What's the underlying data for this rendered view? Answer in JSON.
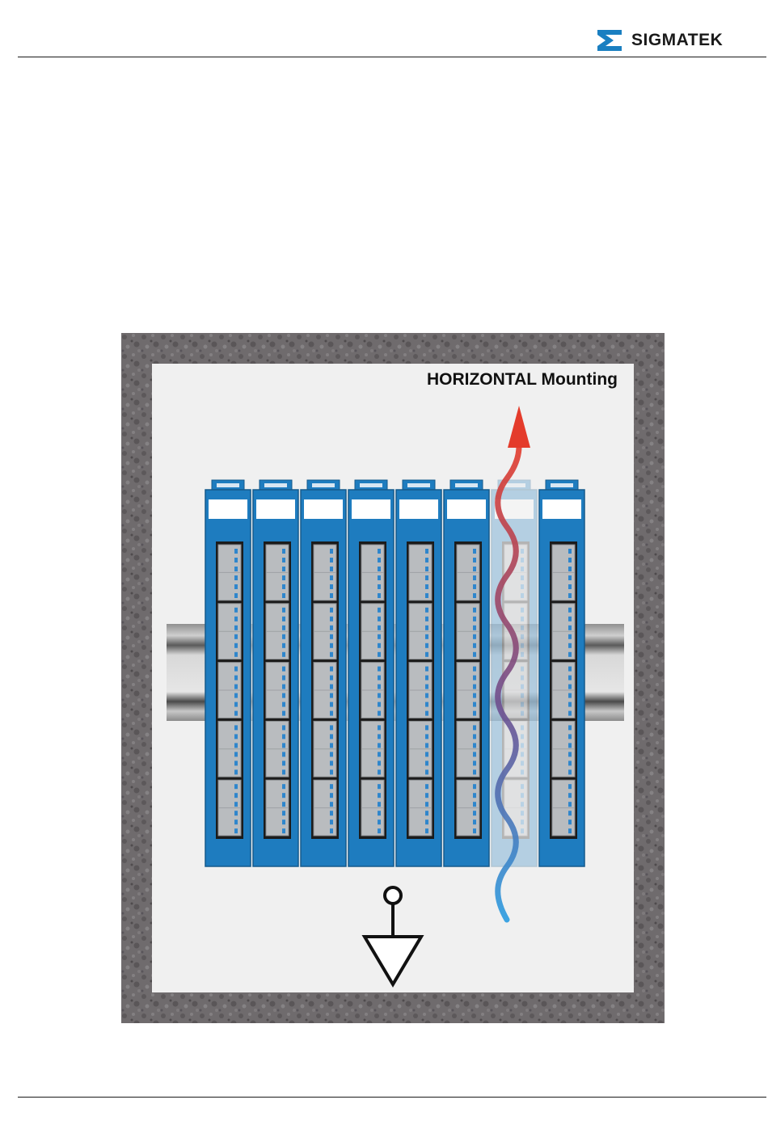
{
  "header": {
    "brand": {
      "name": "SIGMATEK",
      "logo_icon": "sigmatek-logo-icon",
      "logo_color": "#1a7fc1"
    }
  },
  "figure": {
    "title": "HORIZONTAL Mounting",
    "module_count": 8,
    "highlighted_module": 7,
    "terminal_blocks_per_module": 5,
    "icons": [
      "din-rail-icon",
      "airflow-arrow-icon",
      "ground-symbol-icon"
    ],
    "colors": {
      "cabinet_frame": "#6e6a6c",
      "backplate": "#f0f0f0",
      "module_blue": "#1e7cbf",
      "terminal_gray": "#b9bcbf",
      "led_blue": "#2f86cc",
      "airflow_cold": "#2a9be0",
      "airflow_hot": "#e43b2b"
    }
  }
}
